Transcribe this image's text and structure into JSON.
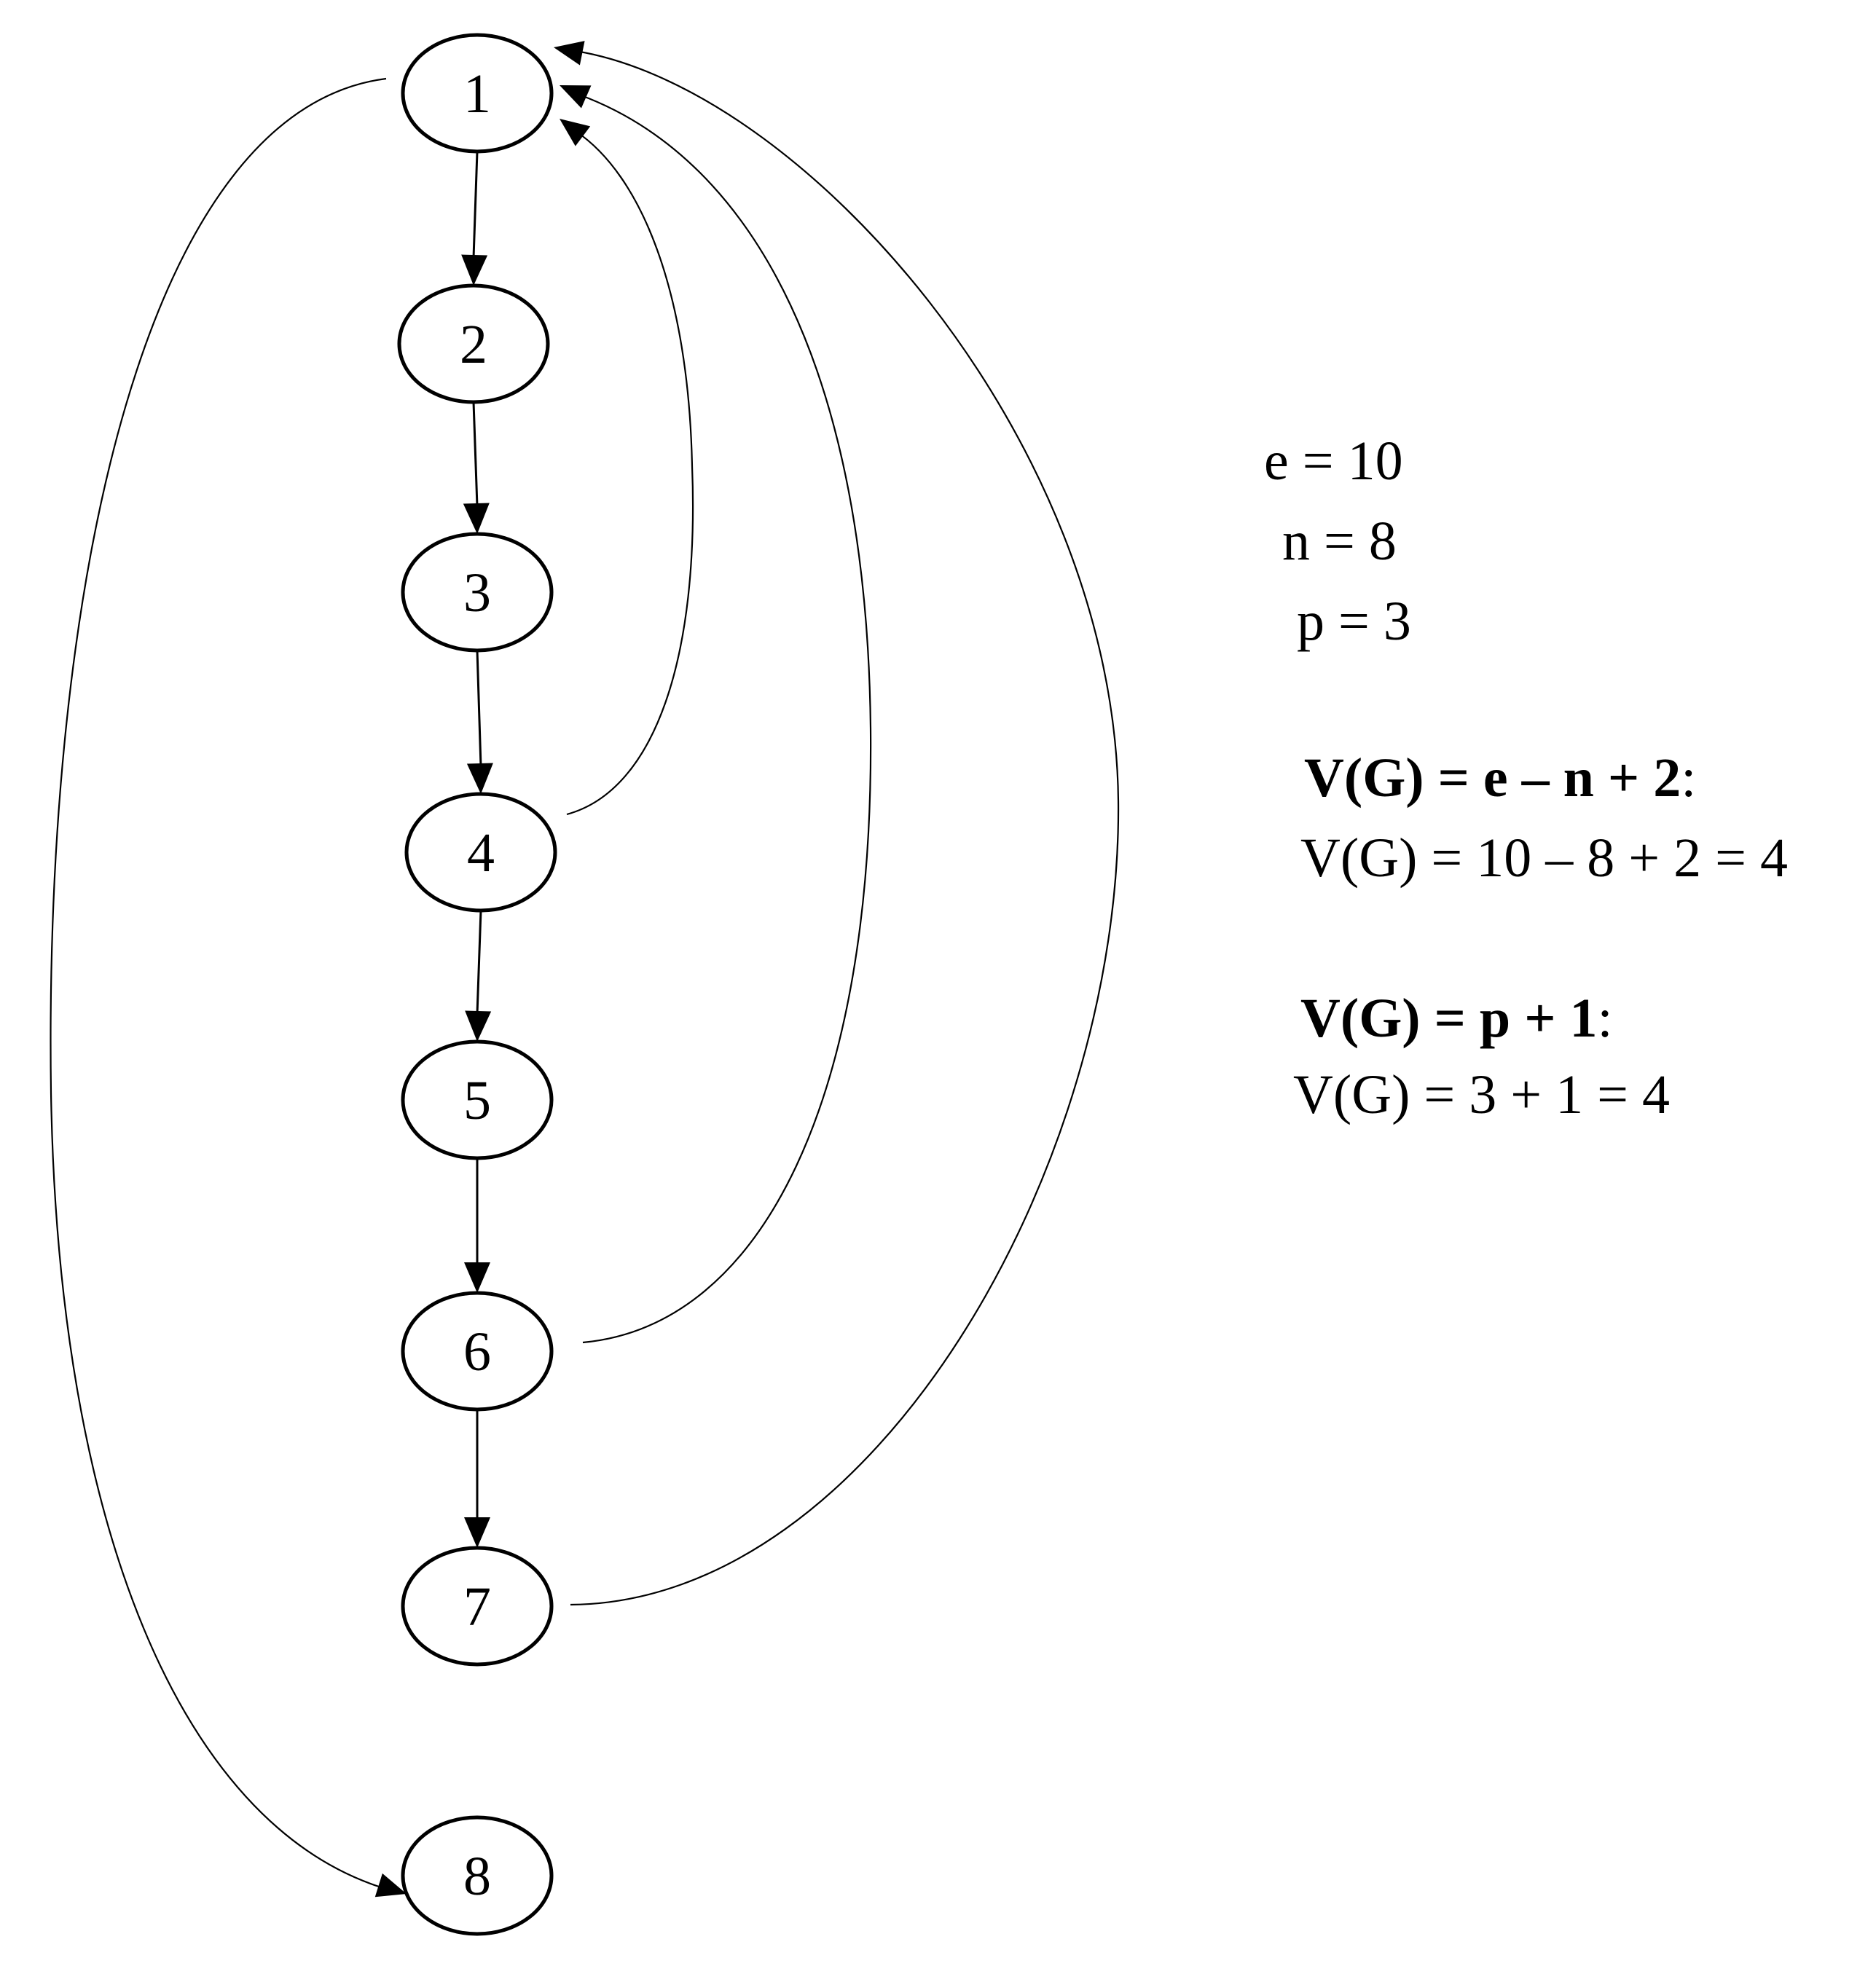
{
  "diagram": {
    "nodes": [
      {
        "id": "1",
        "label": "1"
      },
      {
        "id": "2",
        "label": "2"
      },
      {
        "id": "3",
        "label": "3"
      },
      {
        "id": "4",
        "label": "4"
      },
      {
        "id": "5",
        "label": "5"
      },
      {
        "id": "6",
        "label": "6"
      },
      {
        "id": "7",
        "label": "7"
      },
      {
        "id": "8",
        "label": "8"
      }
    ],
    "edges": [
      {
        "from": "1",
        "to": "2"
      },
      {
        "from": "2",
        "to": "3"
      },
      {
        "from": "3",
        "to": "4"
      },
      {
        "from": "4",
        "to": "5"
      },
      {
        "from": "5",
        "to": "6"
      },
      {
        "from": "6",
        "to": "7"
      },
      {
        "from": "4",
        "to": "1"
      },
      {
        "from": "6",
        "to": "1"
      },
      {
        "from": "7",
        "to": "1"
      },
      {
        "from": "1",
        "to": "8"
      }
    ]
  },
  "metrics": {
    "e": "e = 10",
    "n": "n = 8",
    "p": "p = 3"
  },
  "formula1": {
    "bold": "V(G) = e – n + 2",
    "suffix": ":",
    "calc": "V(G) = 10 – 8 + 2 = 4"
  },
  "formula2": {
    "bold": "V(G) = p + 1",
    "suffix": ":",
    "calc": "V(G) = 3 + 1 = 4"
  }
}
